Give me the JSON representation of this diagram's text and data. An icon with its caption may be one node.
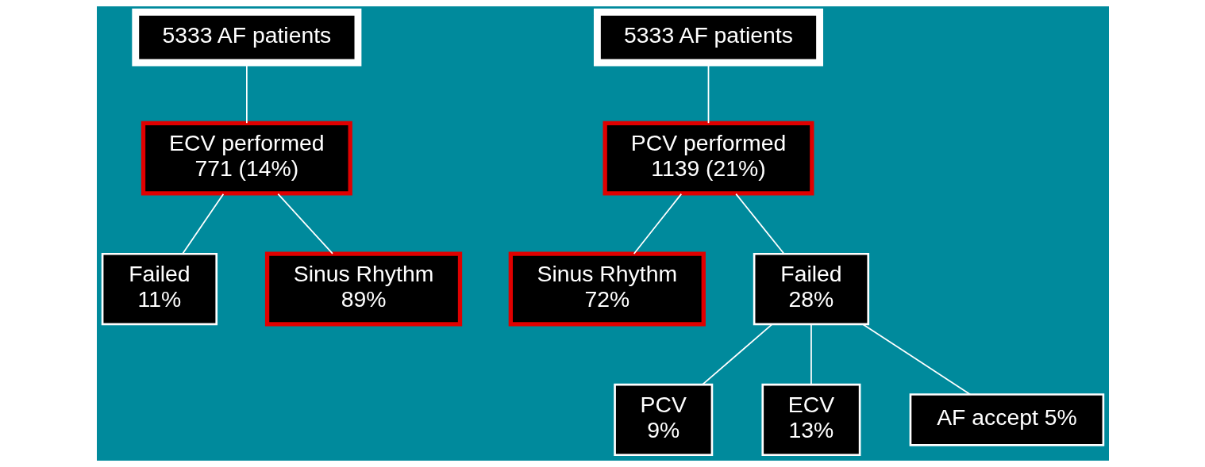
{
  "diagram": {
    "nodes": [
      {
        "text": [
          "5333 AF patients"
        ]
      },
      {
        "text": [
          "ECV performed 771 (14%)"
        ]
      },
      {
        "text": [
          "Failed 11%"
        ]
      },
      {
        "text": [
          "Sinus Rhythm 89%"
        ]
      },
      {
        "text": [
          "5333 AF patients"
        ]
      },
      {
        "text": [
          "PCV performed 1139 (21%)"
        ]
      },
      {
        "text": [
          "Sinus Rhythm 72%"
        ]
      },
      {
        "text": [
          "Failed 28%"
        ]
      },
      {
        "text": [
          "PCV 9%"
        ]
      },
      {
        "text": [
          "ECV 13%"
        ]
      },
      {
        "text": [
          "AF accept 5%"
        ]
      }
    ],
    "edges": [
      {
        "from": 0,
        "to": 1,
        "arrow": "none"
      },
      {
        "from": 1,
        "to": 2,
        "arrow": "none"
      },
      {
        "from": 1,
        "to": 3,
        "arrow": "none"
      },
      {
        "from": 4,
        "to": 5,
        "arrow": "none"
      },
      {
        "from": 5,
        "to": 6,
        "arrow": "none"
      },
      {
        "from": 5,
        "to": 7,
        "arrow": "none"
      },
      {
        "from": 7,
        "to": 8,
        "arrow": "none"
      },
      {
        "from": 7,
        "to": 9,
        "arrow": "none"
      },
      {
        "from": 7,
        "to": 10,
        "arrow": "none"
      }
    ]
  }
}
